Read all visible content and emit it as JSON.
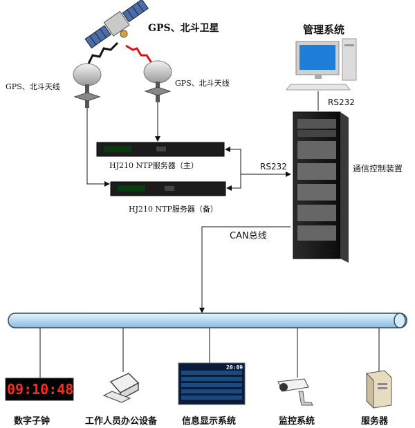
{
  "satellite": {
    "label": "GPS、北斗卫星"
  },
  "antennas": [
    {
      "label": "GPS、北斗天线"
    },
    {
      "label": "GPS、北斗天线"
    }
  ],
  "management": {
    "label": "管理系统"
  },
  "links": {
    "rs232_top": "RS232",
    "rs232_mid": "RS232",
    "can_bus": "CAN总线"
  },
  "comm_device": {
    "label": "通信控制装置"
  },
  "ntp_servers": [
    {
      "label": "HJ210 NTP服务器（主）"
    },
    {
      "label": "HJ210 NTP服务器（备）"
    }
  ],
  "devices": [
    {
      "label": "数字子钟",
      "icon": "digital-clock-icon"
    },
    {
      "label": "工作人员办公设备",
      "icon": "office-computer-icon"
    },
    {
      "label": "信息显示系统",
      "icon": "info-display-icon"
    },
    {
      "label": "监控系统",
      "icon": "cctv-camera-icon"
    },
    {
      "label": "服务器",
      "icon": "server-tower-icon"
    }
  ],
  "clock_display": "09:10:48",
  "info_display_clock": "20:09",
  "colors": {
    "bus": "#b8d8f0",
    "bus_stroke": "#2b4a66",
    "clock_digits": "#ff2a1a",
    "signal_red": "#e01010"
  }
}
